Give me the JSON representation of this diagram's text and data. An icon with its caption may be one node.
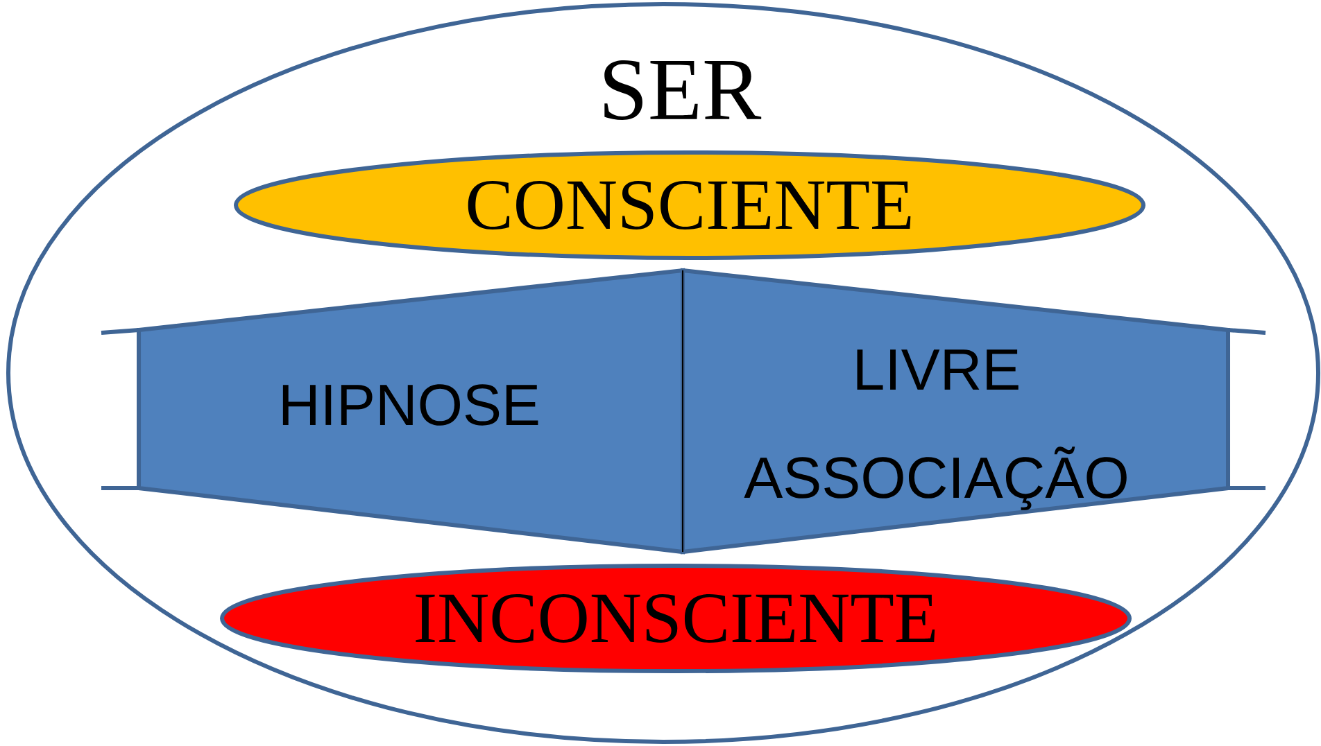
{
  "diagram": {
    "nodes": [
      {
        "text": [
          "SER"
        ]
      },
      {
        "text": [
          "CONSCIENTE"
        ],
        "in": 0
      },
      {
        "text": [
          "HIPNOSE"
        ],
        "in": 0
      },
      {
        "text": [
          "LIVRE ASSOCIAÇÃO"
        ],
        "in": 0
      },
      {
        "text": [
          "INCONSCIENTE"
        ],
        "in": 0
      }
    ]
  }
}
